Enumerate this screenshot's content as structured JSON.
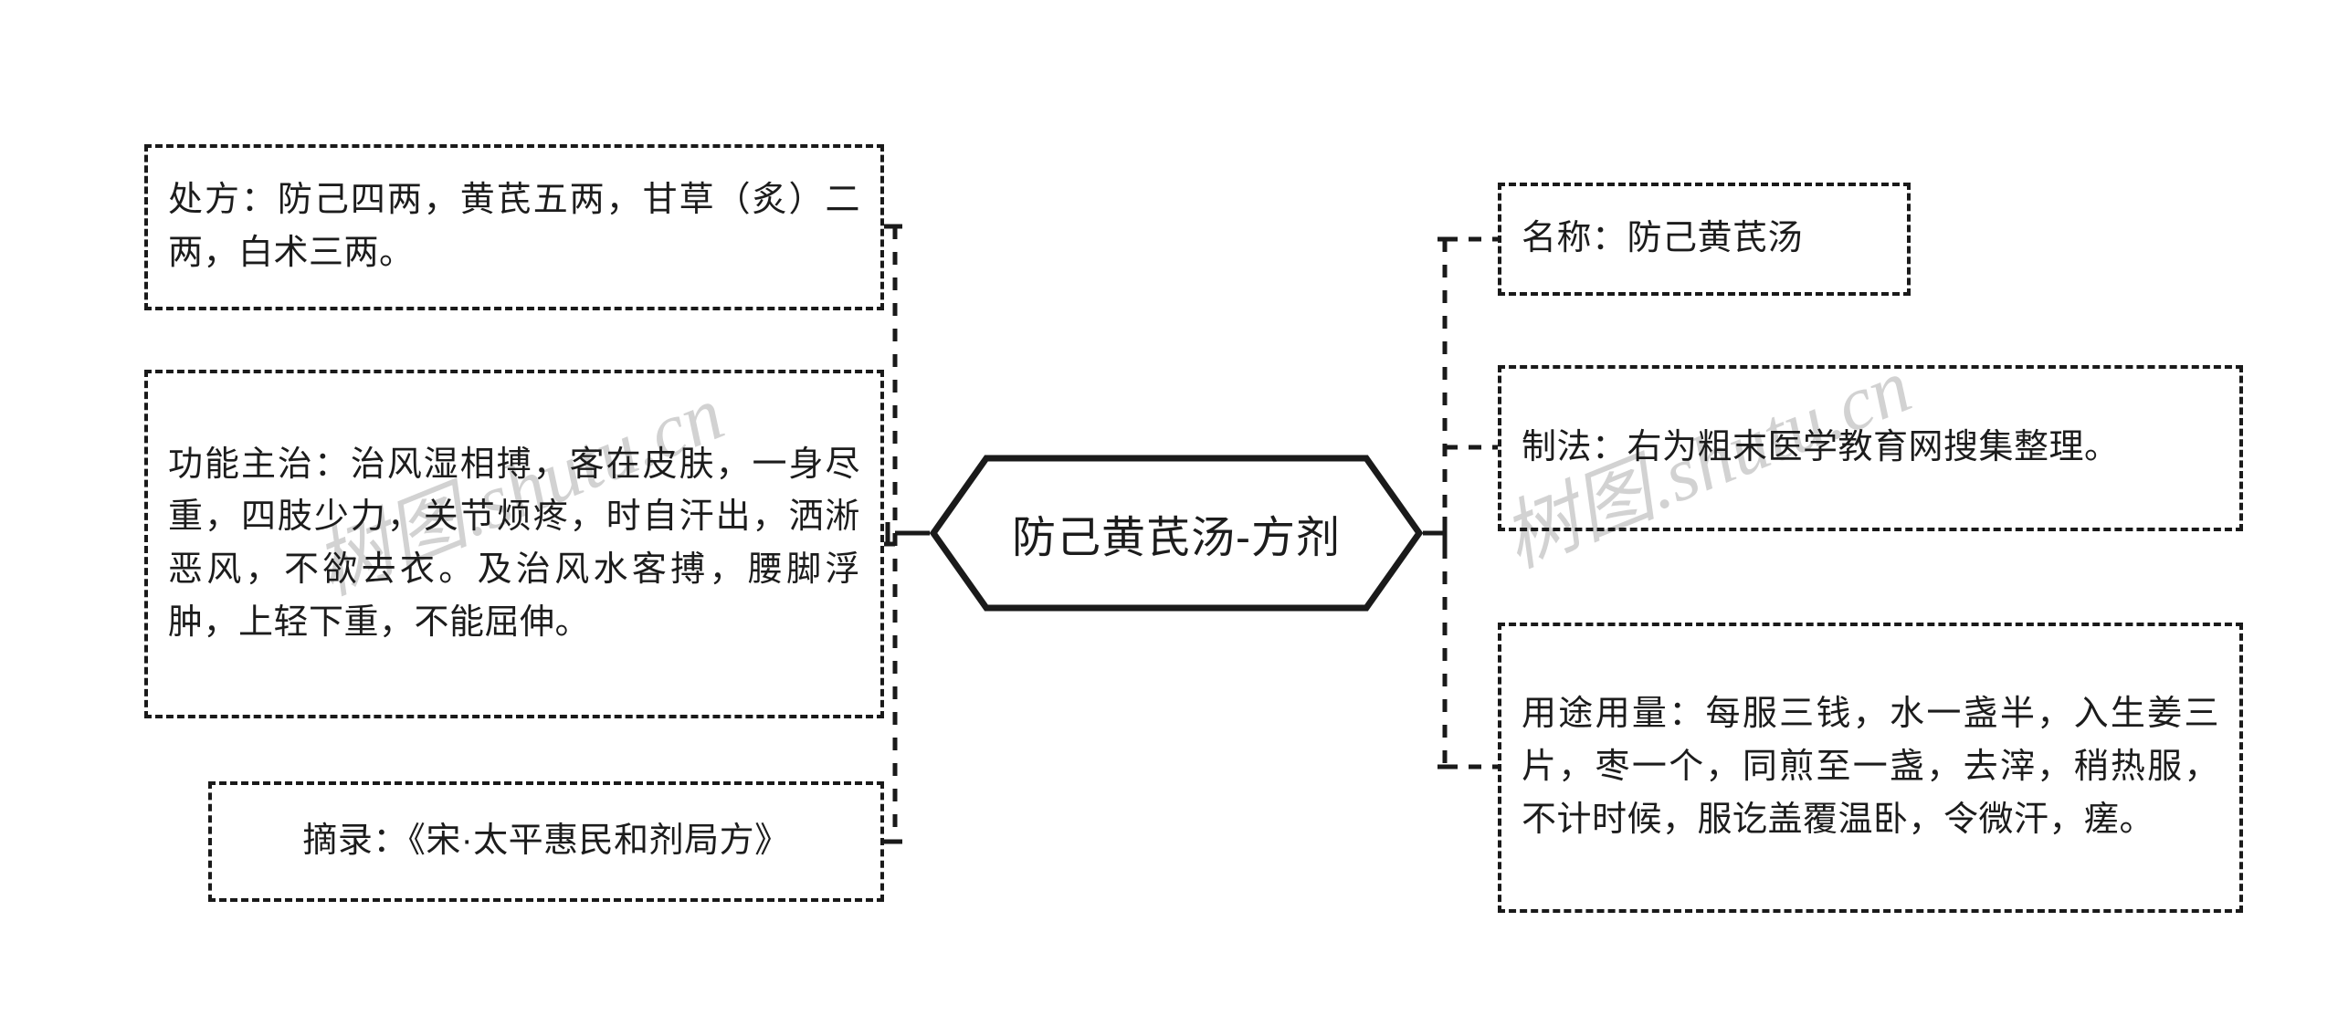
{
  "diagram": {
    "title": "防己黄芪汤-方剂",
    "watermark": "树图.shutu.cn",
    "root": {
      "label": "防己黄芪汤-方剂"
    },
    "branches": {
      "left": [
        {
          "key": "prescription",
          "label": "处方：防己四两，黄芪五两，甘草（炙）二两，白术三两。"
        },
        {
          "key": "indications",
          "label": "功能主治：治风湿相搏，客在皮肤，一身尽重，四肢少力，关节烦疼，时自汗出，洒淅恶风，不欲去衣。及治风水客搏，腰脚浮肿，上轻下重，不能屈伸。"
        },
        {
          "key": "source",
          "label": "摘录：《宋·太平惠民和剂局方》"
        }
      ],
      "right": [
        {
          "key": "name",
          "label": "名称：防己黄芪汤"
        },
        {
          "key": "preparation",
          "label": "制法：右为粗末医学教育网搜集整理。"
        },
        {
          "key": "dosage",
          "label": "用途用量：每服三钱，水一盏半，入生姜三片，枣一个，同煎至一盏，去滓，稍热服，不计时候，服讫盖覆温卧，令微汗，瘥。"
        }
      ]
    },
    "colors": {
      "stroke": "#1a1a1a",
      "text": "#1c1c1c",
      "watermark": "#d2d2d2",
      "background": "#ffffff"
    }
  }
}
